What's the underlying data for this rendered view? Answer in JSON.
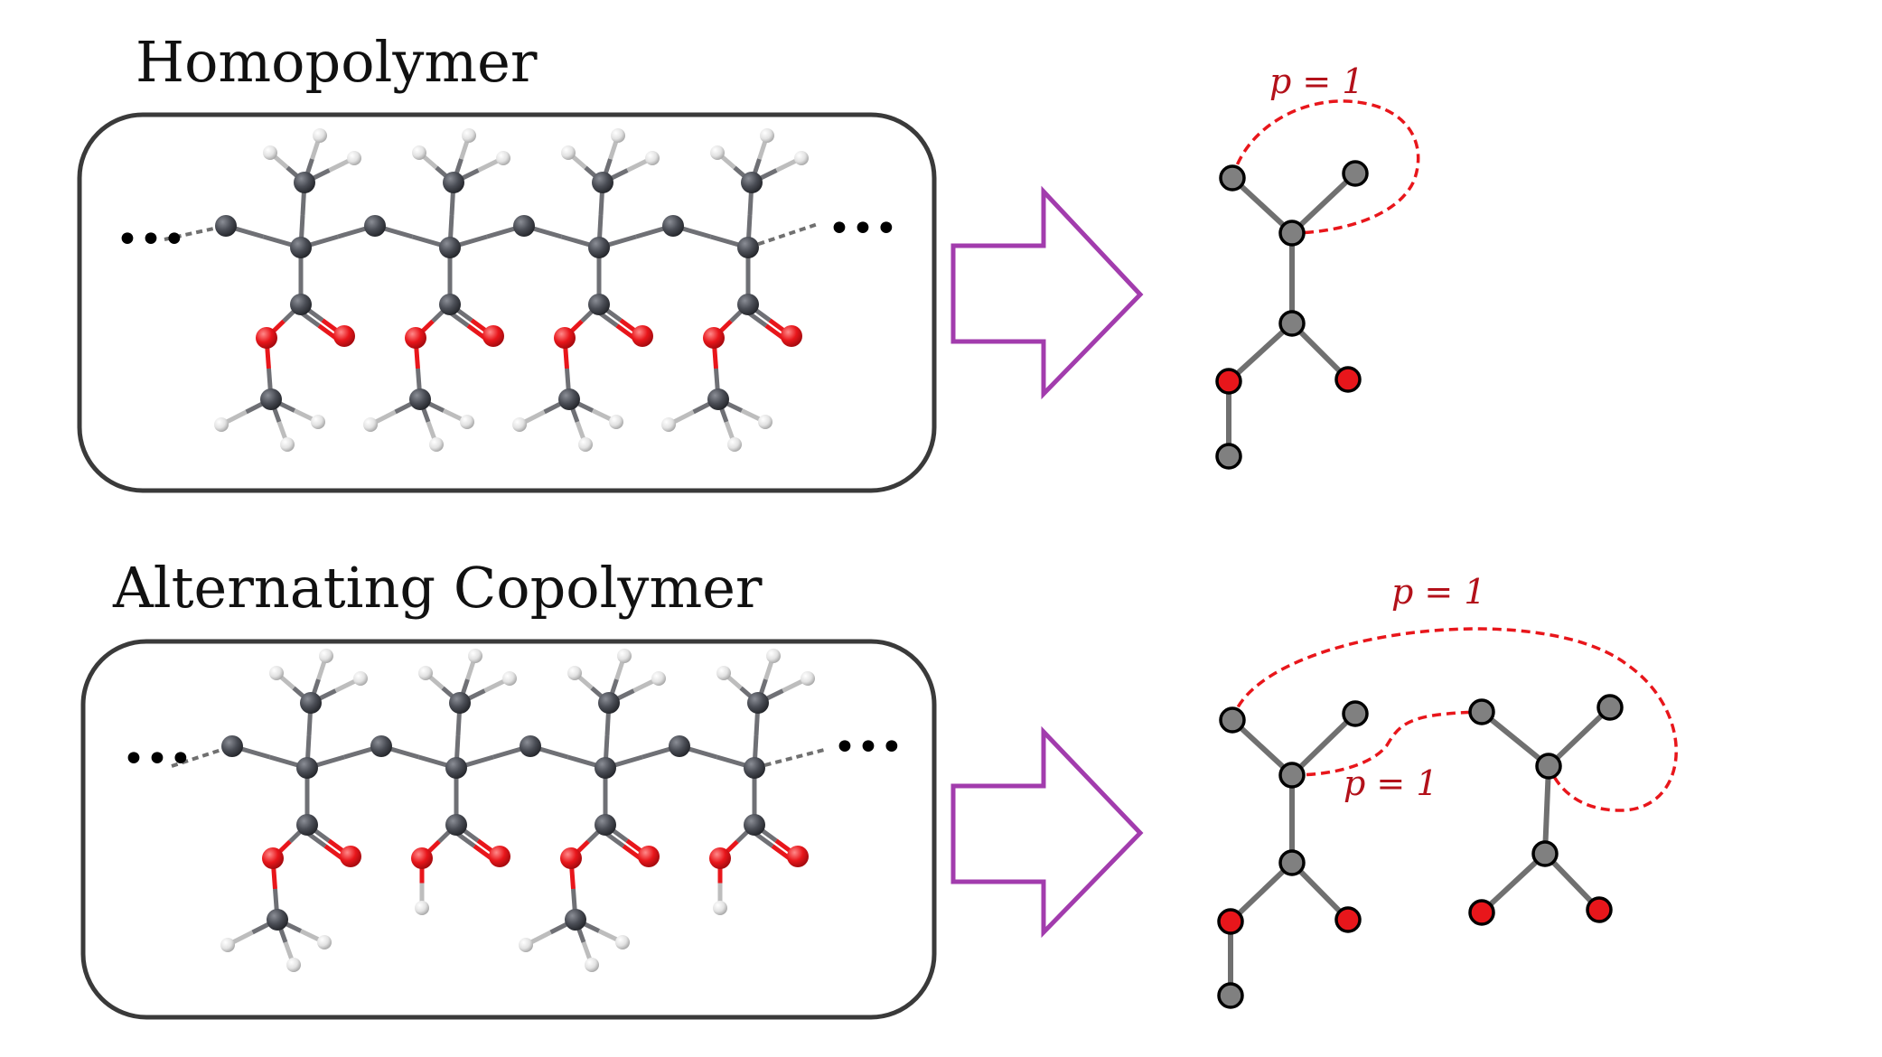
{
  "panels": {
    "homopolymer": {
      "title": "Homopolymer",
      "ellipsis": "•••",
      "graph_label": "p = 1"
    },
    "copolymer": {
      "title": "Alternating Copolymer",
      "ellipsis": "•••",
      "graph_labels": [
        "p = 1",
        "p = 1"
      ]
    }
  },
  "colors": {
    "carbon": "#4a4d55",
    "oxygen": "#e8161b",
    "hydrogen": "#d8d8d8",
    "graph_node": "#808080",
    "graph_oxygen": "#e8161b",
    "arrow": "#a23cad",
    "periodic_edge": "#e8161b",
    "label_red": "#b3111a",
    "box_border": "#3a3a3a"
  }
}
